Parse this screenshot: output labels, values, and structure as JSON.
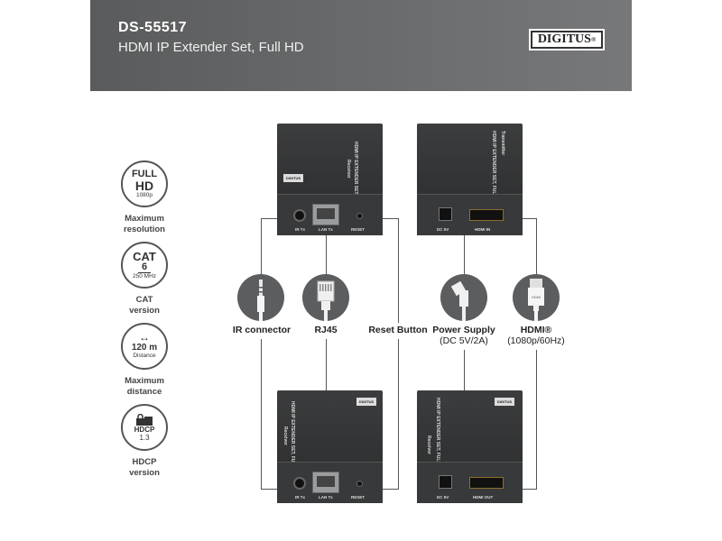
{
  "header": {
    "model": "DS-55517",
    "subtitle": "HDMI IP Extender Set, Full HD",
    "logo": "DIGITUS"
  },
  "features": [
    {
      "badge_top": "FULL",
      "badge_mid": "HD",
      "badge_bottom": "1080p",
      "label_1": "Maximum",
      "label_2": "resolution"
    },
    {
      "badge_top": "CAT",
      "badge_mid": "6",
      "badge_bottom": "250 MHz",
      "label_1": "CAT",
      "label_2": "version"
    },
    {
      "badge_top": "↔",
      "badge_mid": "120 m",
      "badge_bottom": "Distance",
      "label_1": "Maximum",
      "label_2": "distance"
    },
    {
      "badge_top": "",
      "badge_mid": "HDCP",
      "badge_bottom": "1.3",
      "label_1": "HDCP",
      "label_2": "version"
    }
  ],
  "connectors": {
    "ir": {
      "label": "IR connector",
      "icon": "audio-jack-icon"
    },
    "rj45": {
      "label": "RJ45",
      "icon": "rj45-plug-icon"
    },
    "reset": {
      "label": "Reset Button"
    },
    "power": {
      "label": "Power Supply",
      "detail": "(DC 5V/2A)",
      "icon": "dc-plug-icon"
    },
    "hdmi": {
      "label": "HDMI®",
      "detail": "(1080p/60Hz)",
      "icon": "hdmi-plug-icon"
    }
  },
  "devices": {
    "top_left": {
      "text": "HDMI IP EXTENDER SET, FULL HD",
      "sub": "Receiver",
      "ports": [
        "IR Tx",
        "LAN Tx",
        "RESET"
      ]
    },
    "top_right": {
      "text": "HDMI IP EXTENDER SET, FULL HD",
      "sub": "Transmitter",
      "ports": [
        "DC 5V",
        "HDMI IN"
      ]
    },
    "bottom_left": {
      "text": "HDMI IP EXTENDER SET, FULL HD",
      "sub": "Receiver",
      "ports": [
        "IR Tx",
        "LAN Tx",
        "RESET"
      ]
    },
    "bottom_right": {
      "text": "HDMI IP EXTENDER SET, FULL HD",
      "sub": "Receiver",
      "ports": [
        "DC 5V",
        "HDMI OUT"
      ]
    },
    "logo": "DIGITUS"
  }
}
